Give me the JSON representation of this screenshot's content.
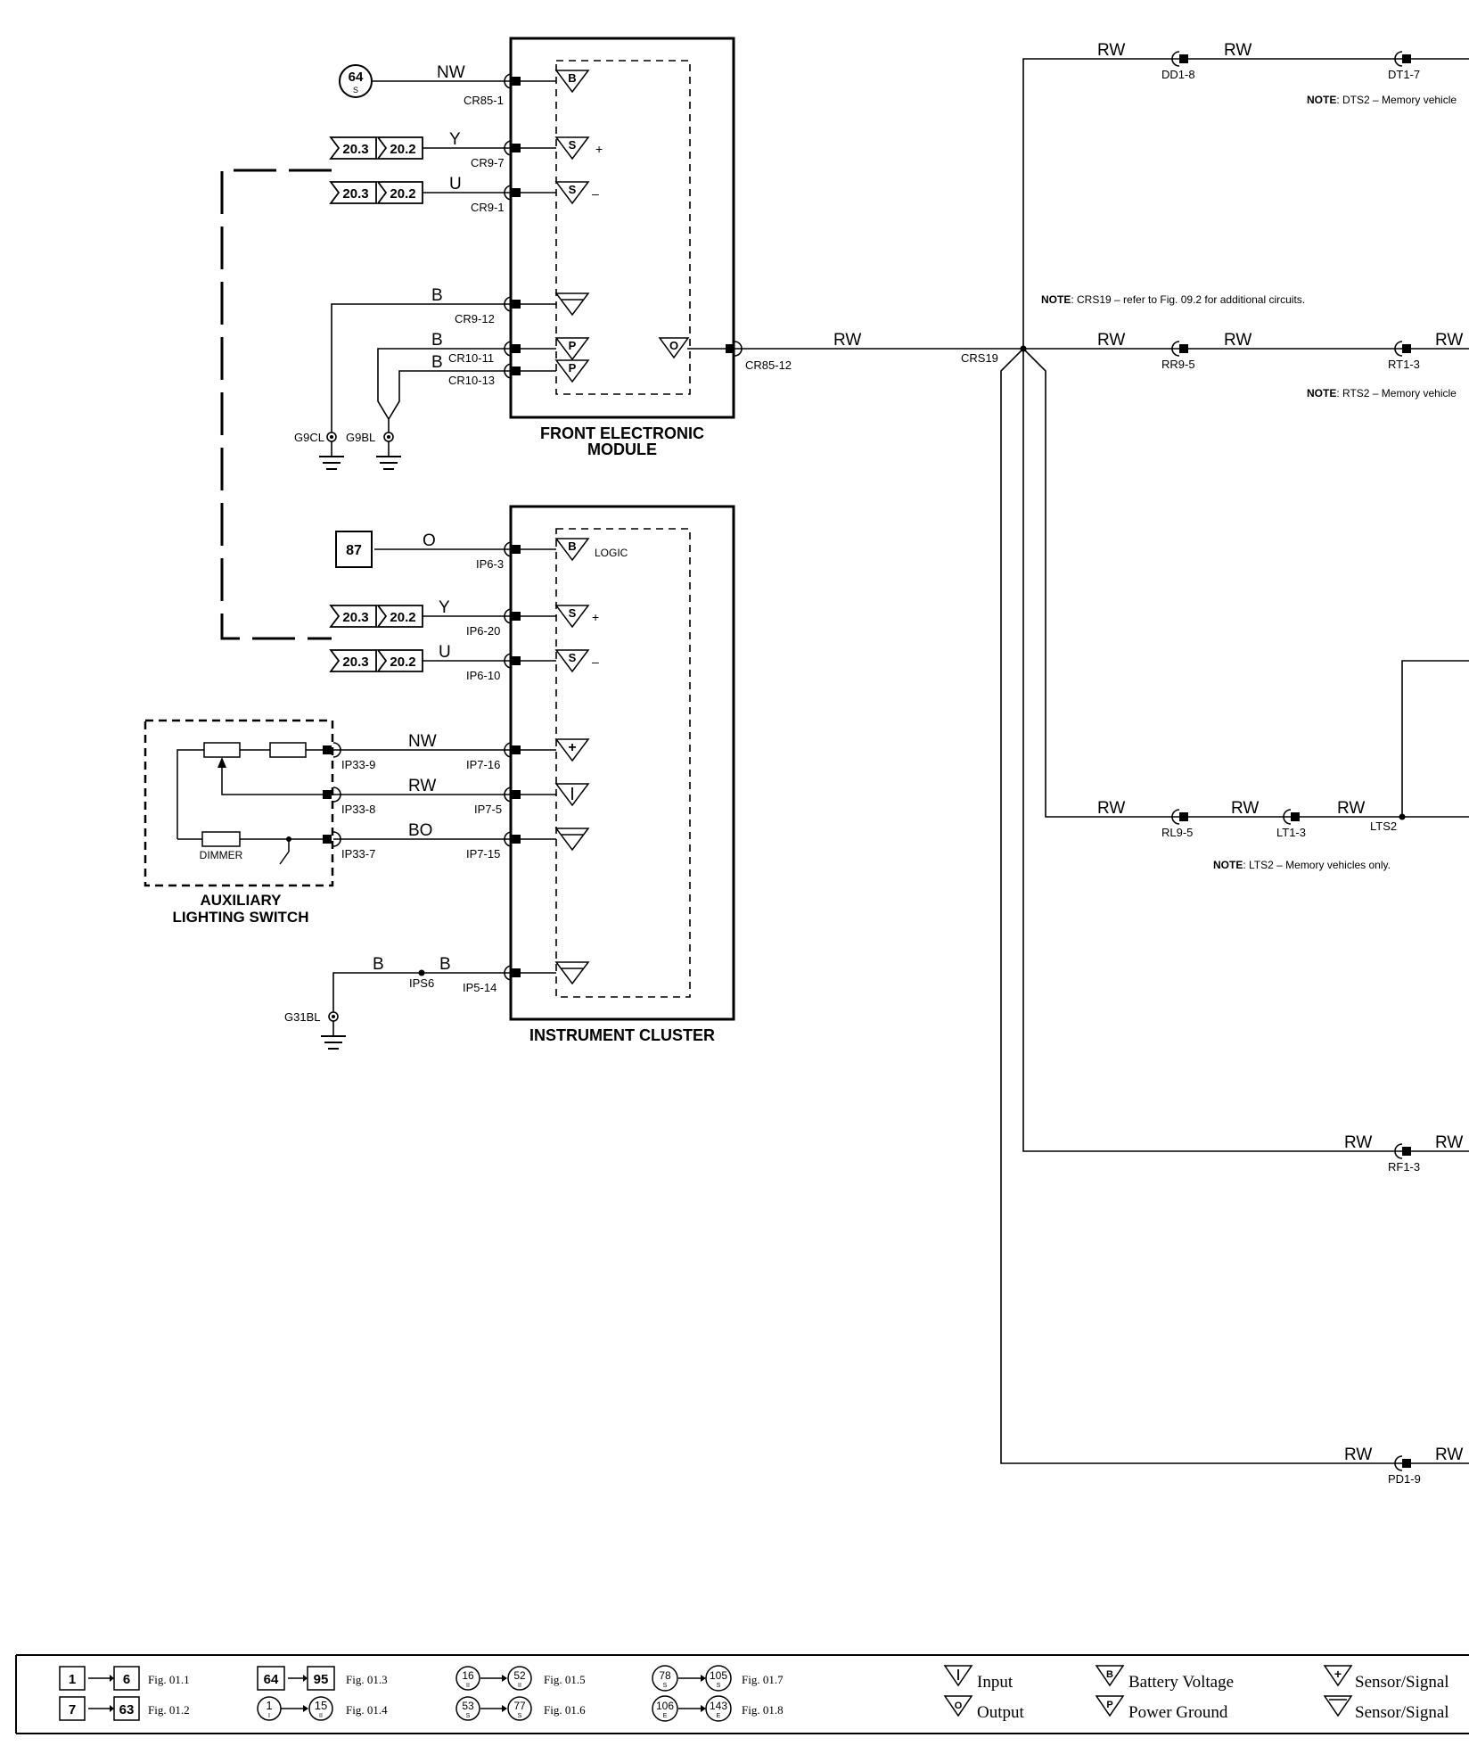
{
  "modules": {
    "fem": {
      "title_1": "FRONT ELECTRONIC",
      "title_2": "MODULE"
    },
    "ic": {
      "title": "INSTRUMENT CLUSTER"
    },
    "aux": {
      "title_1": "AUXILIARY",
      "title_2": "LIGHTING SWITCH",
      "dimmer_label": "DIMMER"
    }
  },
  "fem_pins": {
    "cr85_1": "CR85-1",
    "cr9_7": "CR9-7",
    "cr9_1": "CR9-1",
    "cr9_12": "CR9-12",
    "cr10_11": "CR10-11",
    "cr10_13": "CR10-13",
    "cr85_12": "CR85-12"
  },
  "fem_wires": {
    "nw": "NW",
    "y": "Y",
    "u": "U",
    "b1": "B",
    "b2": "B",
    "b3": "B",
    "rw": "RW"
  },
  "ic_pins": {
    "ip6_3": "IP6-3",
    "ip6_20": "IP6-20",
    "ip6_10": "IP6-10",
    "ip7_16": "IP7-16",
    "ip7_5": "IP7-5",
    "ip7_15": "IP7-15",
    "ip5_14": "IP5-14"
  },
  "ic_wires": {
    "o": "O",
    "y": "Y",
    "u": "U",
    "nw": "NW",
    "rw": "RW",
    "bo": "BO",
    "b1": "B",
    "b2": "B"
  },
  "aux_pins": {
    "ip33_9": "IP33-9",
    "ip33_8": "IP33-8",
    "ip33_7": "IP33-7"
  },
  "splices": {
    "ips6": "IPS6",
    "crs19": "CRS19",
    "lts2": "LTS2"
  },
  "grounds": {
    "g9cl": "G9CL",
    "g9bl": "G9BL",
    "g31bl": "G31BL"
  },
  "refs": {
    "ref64": "64",
    "ref64_sub": "S",
    "ref87": "87",
    "r203": "20.3",
    "r202": "20.2"
  },
  "symbols": {
    "b": "B",
    "s": "S",
    "p": "P",
    "o": "O",
    "logic": "LOGIC",
    "plus": "+",
    "minus": "–"
  },
  "right_wires": {
    "rw": "RW"
  },
  "right_connectors": {
    "dd1_8": "DD1-8",
    "dt1_7": "DT1-7",
    "rr9_5": "RR9-5",
    "rt1_3": "RT1-3",
    "rl9_5": "RL9-5",
    "lt1_3": "LT1-3",
    "rf1_3": "RF1-3",
    "pd1_9": "PD1-9"
  },
  "notes": {
    "label": "NOTE",
    "dts2": ": DTS2 – Memory vehicle",
    "crs19": ": CRS19 – refer to Fig. 09.2 for additional circuits.",
    "rts2": ": RTS2 – Memory vehicle",
    "lts2": ": LTS2 – Memory vehicles only."
  },
  "legend": {
    "b1a": "1",
    "b1b": "6",
    "f1": "Fig. 01.1",
    "b2a": "7",
    "b2b": "63",
    "f2": "Fig. 01.2",
    "b3a": "64",
    "b3b": "95",
    "f3": "Fig. 01.3",
    "c4a": "1",
    "c4as": "I",
    "c4b": "15",
    "c4bs": "II",
    "f4": "Fig. 01.4",
    "c5a": "16",
    "c5as": "II",
    "c5b": "52",
    "c5bs": "II",
    "f5": "Fig. 01.5",
    "c6a": "53",
    "c6as": "S",
    "c6b": "77",
    "c6bs": "S",
    "f6": "Fig. 01.6",
    "c7a": "78",
    "c7as": "S",
    "c7b": "105",
    "c7bs": "S",
    "f7": "Fig. 01.7",
    "c8a": "106",
    "c8as": "E",
    "c8b": "143",
    "c8bs": "E",
    "f8": "Fig. 01.8",
    "input": "Input",
    "output": "Output",
    "battery": "Battery Voltage",
    "power_ground": "Power Ground",
    "sensor1": "Sensor/Signal",
    "sensor2": "Sensor/Signal",
    "sym_i": "I",
    "sym_o": "O",
    "sym_b": "B",
    "sym_p": "P",
    "sym_plus": "+"
  }
}
